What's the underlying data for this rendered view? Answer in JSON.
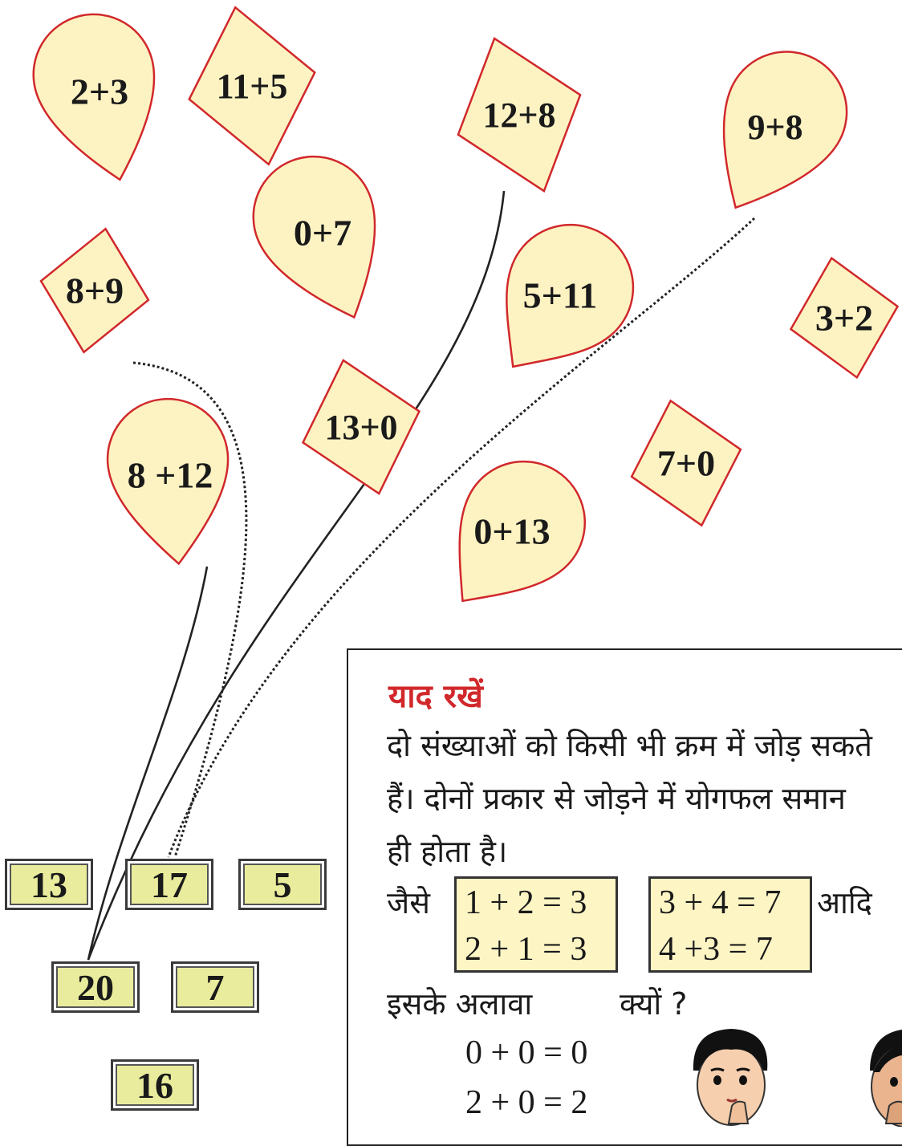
{
  "colors": {
    "shape_fill": "#fdf3c2",
    "shape_stroke": "#d1282b",
    "answer_fill": "#e8ec9c",
    "heading": "#d1282b",
    "string": "#222222"
  },
  "shapes": [
    {
      "kind": "balloon",
      "label": "2+3"
    },
    {
      "kind": "kite",
      "label": "11+5"
    },
    {
      "kind": "kite",
      "label": "12+8"
    },
    {
      "kind": "balloon",
      "label": "9+8"
    },
    {
      "kind": "balloon",
      "label": "0+7"
    },
    {
      "kind": "kite",
      "label": "8+9"
    },
    {
      "kind": "balloon",
      "label": "5+11"
    },
    {
      "kind": "kite",
      "label": "3+2"
    },
    {
      "kind": "kite",
      "label": "13+0"
    },
    {
      "kind": "balloon",
      "label": "8 +12"
    },
    {
      "kind": "kite",
      "label": "7+0"
    },
    {
      "kind": "balloon",
      "label": "0+13"
    }
  ],
  "answers": [
    "13",
    "17",
    "5",
    "20",
    "7",
    "16"
  ],
  "remember": {
    "title": "याद रखें",
    "line1": "दो संख्याओं को किसी भी क्रम में जोड़ सकते",
    "line2": "हैं। दोनों प्रकार से जोड़ने में योगफल समान",
    "line3": "ही होता है।",
    "such_as": "जैसे",
    "example1": [
      "1 + 2 = 3",
      "2 + 1 = 3"
    ],
    "example2": [
      "3 + 4 = 7",
      "4 +3 = 7"
    ],
    "etc": "आदि",
    "besides": "इसके अलावा",
    "why": "क्यों ?",
    "zero_eq1": "0 + 0 = 0",
    "zero_eq2": "2 + 0 = 2"
  }
}
